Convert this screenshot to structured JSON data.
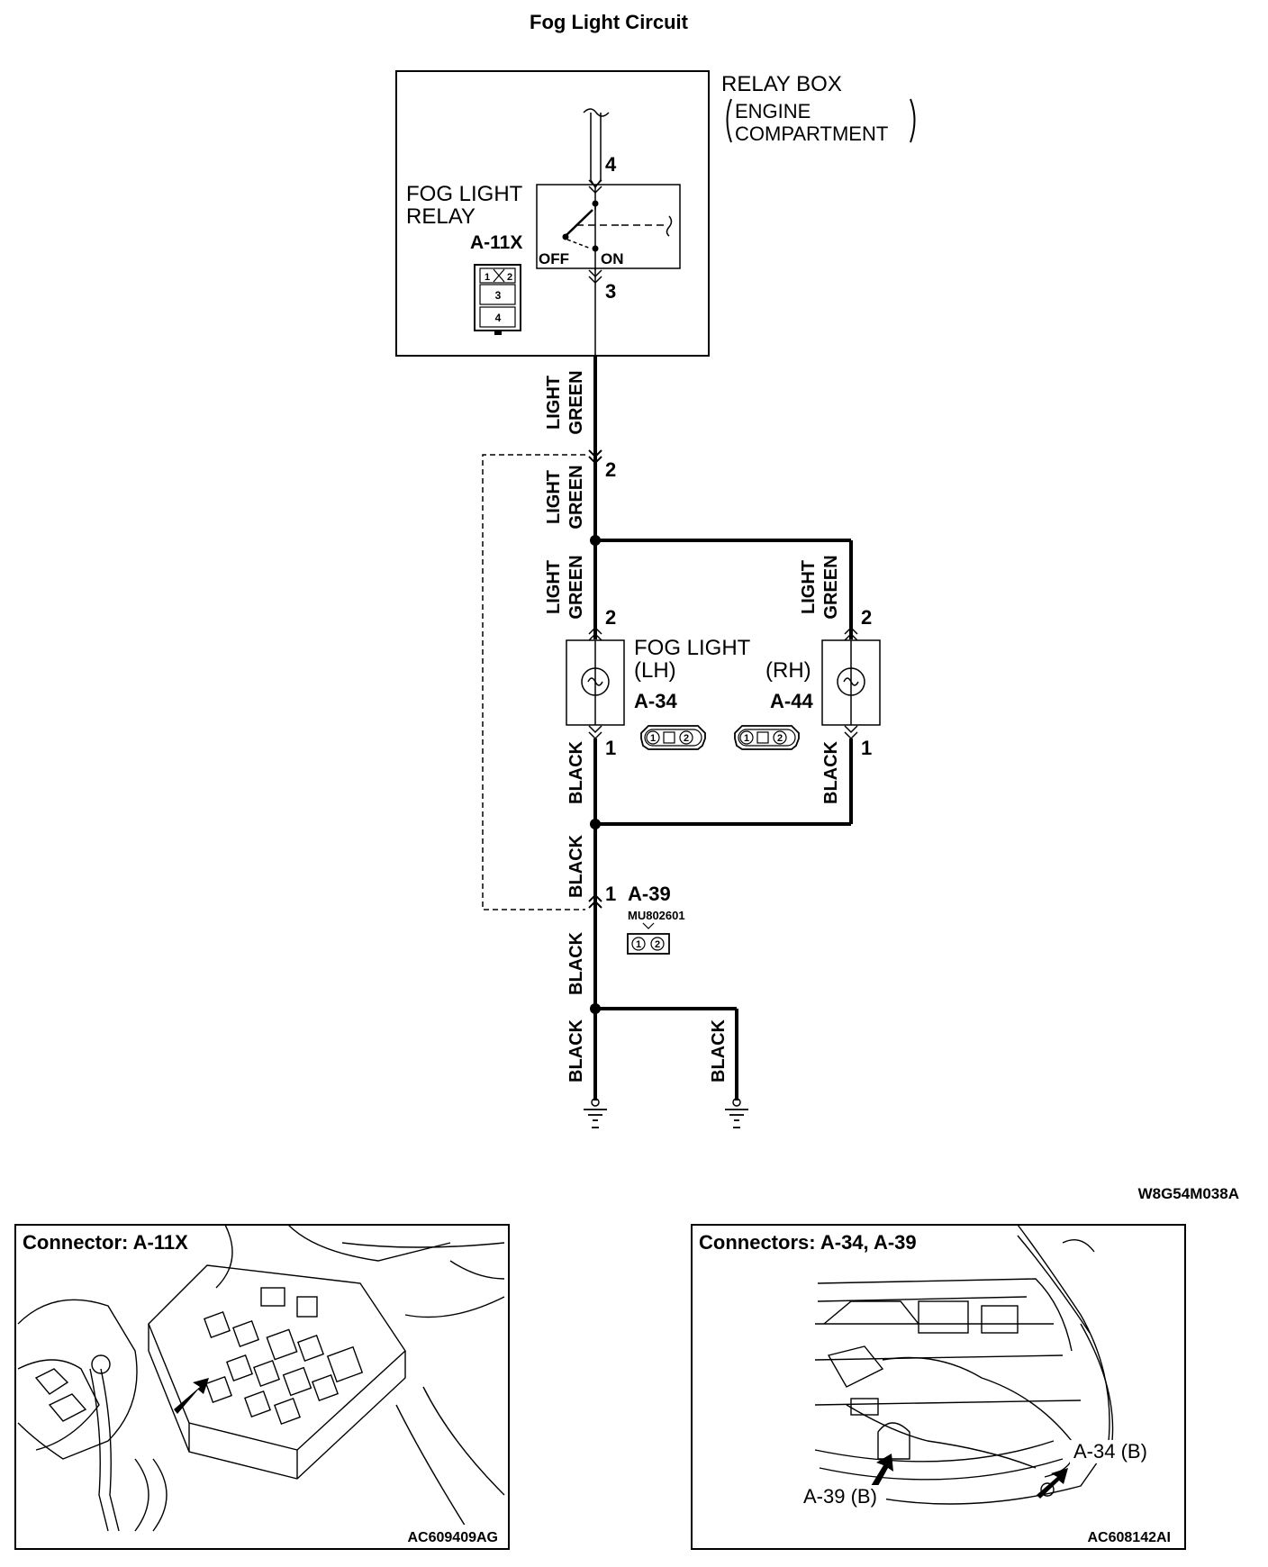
{
  "title": "Fog Light Circuit",
  "relay_box": {
    "line1": "RELAY BOX",
    "line2": "ENGINE",
    "line3": "COMPARTMENT"
  },
  "relay": {
    "label1": "FOG LIGHT",
    "label2": "RELAY",
    "connector": "A-11X",
    "pin_top": "4",
    "pin_bottom": "3",
    "off": "OFF",
    "on": "ON",
    "face_top": "1",
    "face_top2": "2",
    "face_mid": "3",
    "face_bot": "4"
  },
  "wires": {
    "light": "LIGHT",
    "green": "GREEN",
    "black": "BLACK"
  },
  "pins": {
    "p2": "2",
    "p1": "1"
  },
  "fog_lh": {
    "label": "FOG LIGHT",
    "side": "(LH)",
    "connector": "A-34"
  },
  "fog_rh": {
    "side": "(RH)",
    "connector": "A-44"
  },
  "connector_face": {
    "pin1": "1",
    "pin2": "2"
  },
  "joint": {
    "connector": "A-39",
    "part_no": "MU802601"
  },
  "figure_code": "W8G54M038A",
  "panels": [
    {
      "title": "Connector: A-11X",
      "code": "AC609409AG"
    },
    {
      "title": "Connectors: A-34, A-39",
      "code": "AC608142AI",
      "callout1": "A-34 (B)",
      "callout2": "A-39 (B)"
    }
  ]
}
